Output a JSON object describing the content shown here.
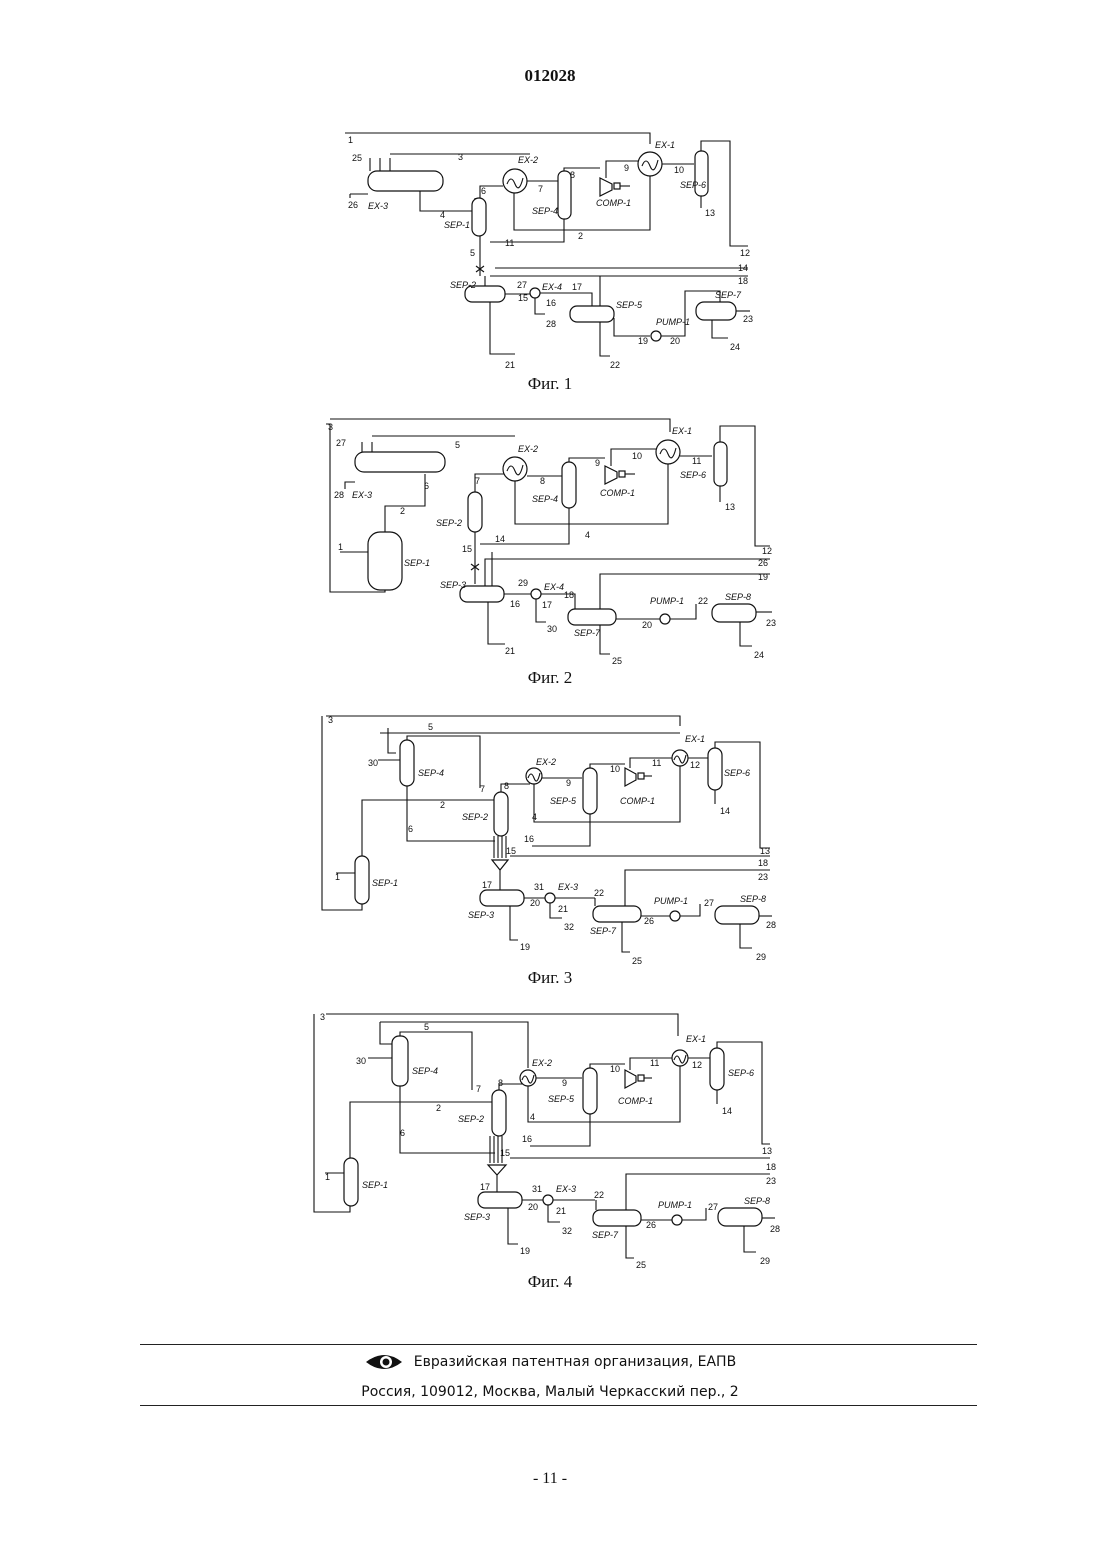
{
  "header": {
    "doc_number": "012028"
  },
  "figures": [
    {
      "caption": "Фиг. 1",
      "labels": {
        "ex1": "EX-1",
        "ex2": "EX-2",
        "ex3": "EX-3",
        "ex4": "EX-4",
        "sep1": "SEP-1",
        "sep2": "SEP-2",
        "sep4": "SEP-4",
        "sep5": "SEP-5",
        "sep6": "SEP-6",
        "sep7": "SEP-7",
        "comp1": "COMP-1",
        "pump1": "PUMP-1"
      },
      "streams": [
        "1",
        "2",
        "3",
        "4",
        "5",
        "6",
        "7",
        "8",
        "9",
        "10",
        "11",
        "12",
        "13",
        "14",
        "15",
        "16",
        "17",
        "18",
        "19",
        "20",
        "21",
        "22",
        "23",
        "24",
        "25",
        "26",
        "27",
        "28"
      ]
    },
    {
      "caption": "Фиг. 2",
      "labels": {
        "ex1": "EX-1",
        "ex2": "EX-2",
        "ex3": "EX-3",
        "ex4": "EX-4",
        "sep1": "SEP-1",
        "sep2": "SEP-2",
        "sep3": "SEP-3",
        "sep4": "SEP-4",
        "sep6": "SEP-6",
        "sep7": "SEP-7",
        "sep8": "SEP-8",
        "comp1": "COMP-1",
        "pump1": "PUMP-1"
      },
      "streams": [
        "1",
        "2",
        "3",
        "4",
        "5",
        "6",
        "7",
        "8",
        "9",
        "10",
        "11",
        "12",
        "13",
        "14",
        "15",
        "16",
        "17",
        "18",
        "19",
        "20",
        "21",
        "22",
        "23",
        "24",
        "25",
        "26",
        "27",
        "28",
        "29",
        "30"
      ]
    },
    {
      "caption": "Фиг. 3",
      "labels": {
        "ex1": "EX-1",
        "ex2": "EX-2",
        "ex3": "EX-3",
        "sep1": "SEP-1",
        "sep2": "SEP-2",
        "sep3": "SEP-3",
        "sep4": "SEP-4",
        "sep5": "SEP-5",
        "sep6": "SEP-6",
        "sep7": "SEP-7",
        "sep8": "SEP-8",
        "comp1": "COMP-1",
        "pump1": "PUMP-1"
      },
      "streams": [
        "1",
        "2",
        "3",
        "4",
        "5",
        "6",
        "7",
        "8",
        "9",
        "10",
        "11",
        "12",
        "13",
        "14",
        "15",
        "16",
        "17",
        "18",
        "19",
        "20",
        "21",
        "22",
        "23",
        "25",
        "26",
        "27",
        "28",
        "29",
        "30",
        "31",
        "32"
      ]
    },
    {
      "caption": "Фиг. 4",
      "labels": {
        "ex1": "EX-1",
        "ex2": "EX-2",
        "ex3": "EX-3",
        "sep1": "SEP-1",
        "sep2": "SEP-2",
        "sep3": "SEP-3",
        "sep4": "SEP-4",
        "sep5": "SEP-5",
        "sep6": "SEP-6",
        "sep7": "SEP-7",
        "sep8": "SEP-8",
        "comp1": "COMP-1",
        "pump1": "PUMP-1"
      },
      "streams": [
        "1",
        "2",
        "3",
        "4",
        "5",
        "6",
        "7",
        "8",
        "9",
        "10",
        "11",
        "12",
        "13",
        "14",
        "15",
        "16",
        "17",
        "18",
        "19",
        "20",
        "21",
        "22",
        "23",
        "25",
        "26",
        "27",
        "28",
        "29",
        "30",
        "31",
        "32"
      ]
    }
  ],
  "footer": {
    "organization": "Евразийская патентная организация, ЕАПВ",
    "address": "Россия, 109012, Москва, Малый Черкасский пер., 2",
    "logo_icon": "eapo-eye-logo"
  },
  "page_number": "- 11 -"
}
